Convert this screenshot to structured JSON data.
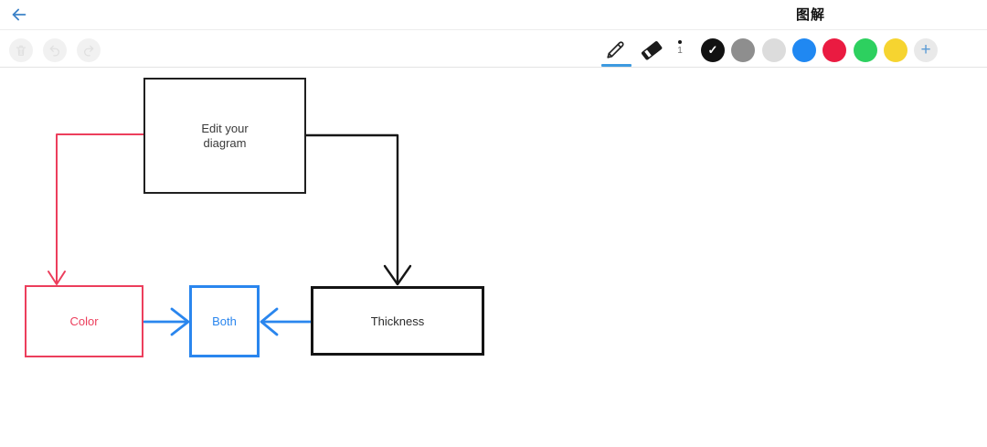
{
  "header": {
    "title": "图解"
  },
  "toolbar": {
    "history_buttons": [
      {
        "name": "delete",
        "enabled": false
      },
      {
        "name": "undo",
        "enabled": false
      },
      {
        "name": "redo",
        "enabled": false
      }
    ],
    "selected_tool": "pencil",
    "stroke_size": "1",
    "check_glyph": "✓",
    "plus_glyph": "+",
    "selected_color": "black",
    "colors": [
      {
        "name": "black",
        "hex": "#121212",
        "selected": true
      },
      {
        "name": "gray",
        "hex": "#8e8e8e",
        "selected": false
      },
      {
        "name": "light-gray",
        "hex": "#dcdcdc",
        "selected": false
      },
      {
        "name": "blue",
        "hex": "#2088f2",
        "selected": false
      },
      {
        "name": "red",
        "hex": "#ea1b41",
        "selected": false
      },
      {
        "name": "green",
        "hex": "#2dd05f",
        "selected": false
      },
      {
        "name": "yellow",
        "hex": "#f6d430",
        "selected": false
      },
      {
        "name": "custom-color-picker",
        "hex": "#e9e9e9",
        "selected": false
      }
    ]
  },
  "diagram": {
    "nodes": {
      "edit": {
        "label": "Edit your diagram",
        "stroke": "#202020",
        "text": "#3a3a3a"
      },
      "color": {
        "label": "Color",
        "stroke": "#ec3e5c",
        "text": "#ec3e5c"
      },
      "both": {
        "label": "Both",
        "stroke": "#2a86ee",
        "text": "#2a86ee"
      },
      "thickness": {
        "label": "Thickness",
        "stroke": "#141414",
        "text": "#2b2b2b"
      }
    },
    "edges": {
      "edit_to_color": {
        "color": "#ec3e5c"
      },
      "edit_to_thickness": {
        "color": "#161616"
      },
      "color_to_both": {
        "color": "#2a86ee"
      },
      "thickness_to_both": {
        "color": "#2a86ee"
      }
    }
  }
}
